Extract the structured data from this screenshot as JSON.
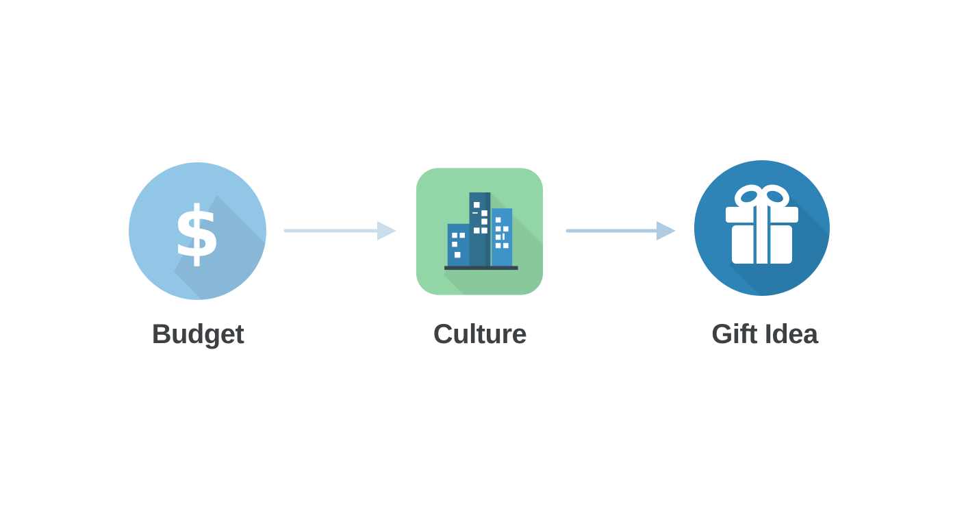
{
  "page": {
    "background_color": "#ffffff"
  },
  "diagram": {
    "steps": [
      {
        "label": "Budget",
        "icon": "dollar-sign-icon",
        "shape": "circle",
        "color": "#92C6E7",
        "glyph": "$",
        "glyph_color": "#ffffff"
      },
      {
        "label": "Culture",
        "icon": "city-buildings-icon",
        "shape": "rounded-square",
        "color": "#92D5A6",
        "building_colors": [
          "#3583B3",
          "#31708F",
          "#3E93C8"
        ],
        "baseline_color": "#36474F",
        "window_color": "#ffffff"
      },
      {
        "label": "Gift Idea",
        "icon": "gift-box-icon",
        "shape": "circle",
        "color": "#2E84B6",
        "glyph_color": "#ffffff"
      }
    ],
    "connectors": [
      {
        "name": "arrow-budget-to-culture",
        "direction": "right",
        "color": "#C9DEEA"
      },
      {
        "name": "arrow-culture-to-gift",
        "direction": "right",
        "color": "#AECBE1"
      }
    ],
    "label_color": "#3C4043"
  }
}
